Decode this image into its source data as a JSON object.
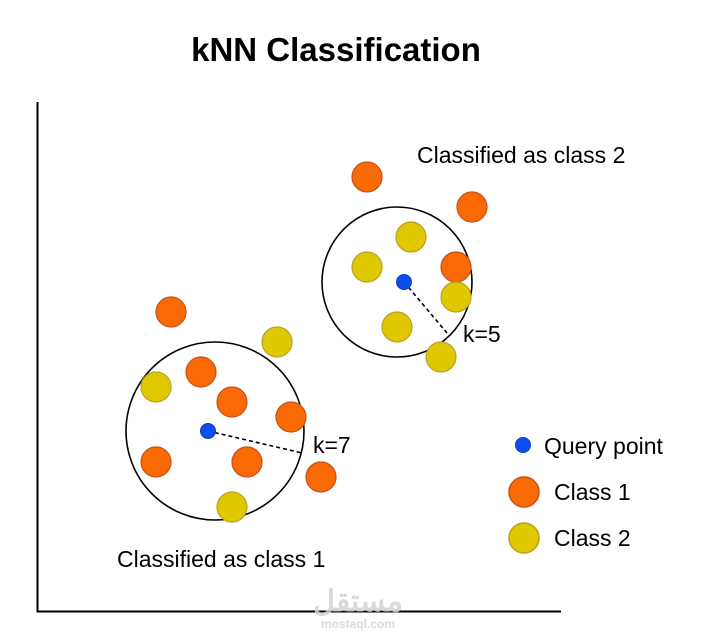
{
  "title": "kNN Classification",
  "colors": {
    "query": "#0b4ff0",
    "query_stroke": "#0a3fb8",
    "class1": "#f96a05",
    "class1_stroke": "#c9501a",
    "class2": "#e0c800",
    "class2_stroke": "#b8a024",
    "axis": "#000000",
    "circle": "#000000"
  },
  "groups": [
    {
      "id": "upper",
      "k_label": "k=5",
      "annotation": "Classified as class 2",
      "result_class": "Class 2"
    },
    {
      "id": "lower",
      "k_label": "k=7",
      "annotation": "Classified as class 1",
      "result_class": "Class 1"
    }
  ],
  "legend": {
    "items": [
      {
        "label": "Query point",
        "type": "query"
      },
      {
        "label": "Class 1",
        "type": "class1"
      },
      {
        "label": "Class 2",
        "type": "class2"
      }
    ]
  },
  "watermark": {
    "arabic": "مستقل",
    "latin": "mostaql.com"
  }
}
